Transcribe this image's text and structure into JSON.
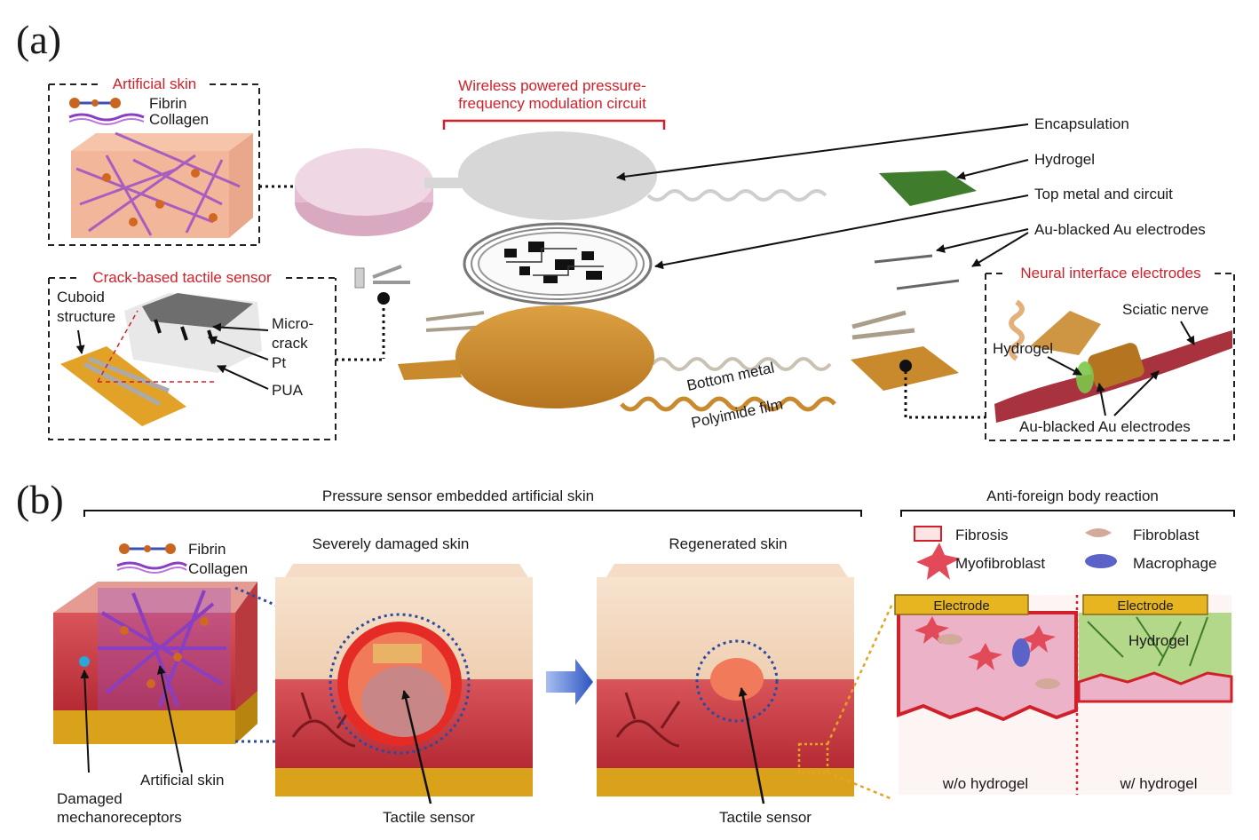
{
  "panel_a": {
    "label": "(a)",
    "artificial_skin": {
      "title": "Artificial skin",
      "fibrin": "Fibrin",
      "collagen": "Collagen"
    },
    "circuit_title_1": "Wireless powered pressure-",
    "circuit_title_2": "frequency modulation circuit",
    "layers": {
      "encapsulation": "Encapsulation",
      "hydrogel": "Hydrogel",
      "top_metal": "Top metal and circuit",
      "au_electrodes": "Au-blacked Au electrodes",
      "bottom_metal": "Bottom metal",
      "polyimide": "Polyimide film"
    },
    "crack_sensor": {
      "title": "Crack-based tactile sensor",
      "cuboid_1": "Cuboid",
      "cuboid_2": "structure",
      "micro_1": "Micro-",
      "micro_2": "crack",
      "pt": "Pt",
      "pua": "PUA"
    },
    "neural": {
      "title": "Neural interface electrodes",
      "sciatic": "Sciatic nerve",
      "hydrogel": "Hydrogel",
      "electrodes": "Au-blacked Au electrodes"
    }
  },
  "panel_b": {
    "label": "(b)",
    "header_left": "Pressure sensor embedded artificial skin",
    "header_right": "Anti-foreign body reaction",
    "fibrin": "Fibrin",
    "collagen": "Collagen",
    "damaged_1": "Damaged",
    "damaged_2": "mechanoreceptors",
    "artificial_skin": "Artificial skin",
    "severely_damaged": "Severely damaged skin",
    "regenerated": "Regenerated skin",
    "tactile_1": "Tactile sensor",
    "tactile_2": "Tactile sensor",
    "legend": {
      "fibrosis": "Fibrosis",
      "fibroblast": "Fibroblast",
      "myofibroblast": "Myofibroblast",
      "macrophage": "Macrophage"
    },
    "electrode_1": "Electrode",
    "electrode_2": "Electrode",
    "hydrogel": "Hydrogel",
    "wo_hydrogel": "w/o hydrogel",
    "w_hydrogel": "w/ hydrogel"
  },
  "colors": {
    "label_red": "#d0202a",
    "copper": "#c98a2e",
    "hydrogel_green": "#3f7d2c",
    "skin_pink": "#e9c7d6",
    "tissue_red": "#c8323a",
    "fat_yellow": "#d9a21a",
    "arrow_blue": "#3b63c4"
  }
}
